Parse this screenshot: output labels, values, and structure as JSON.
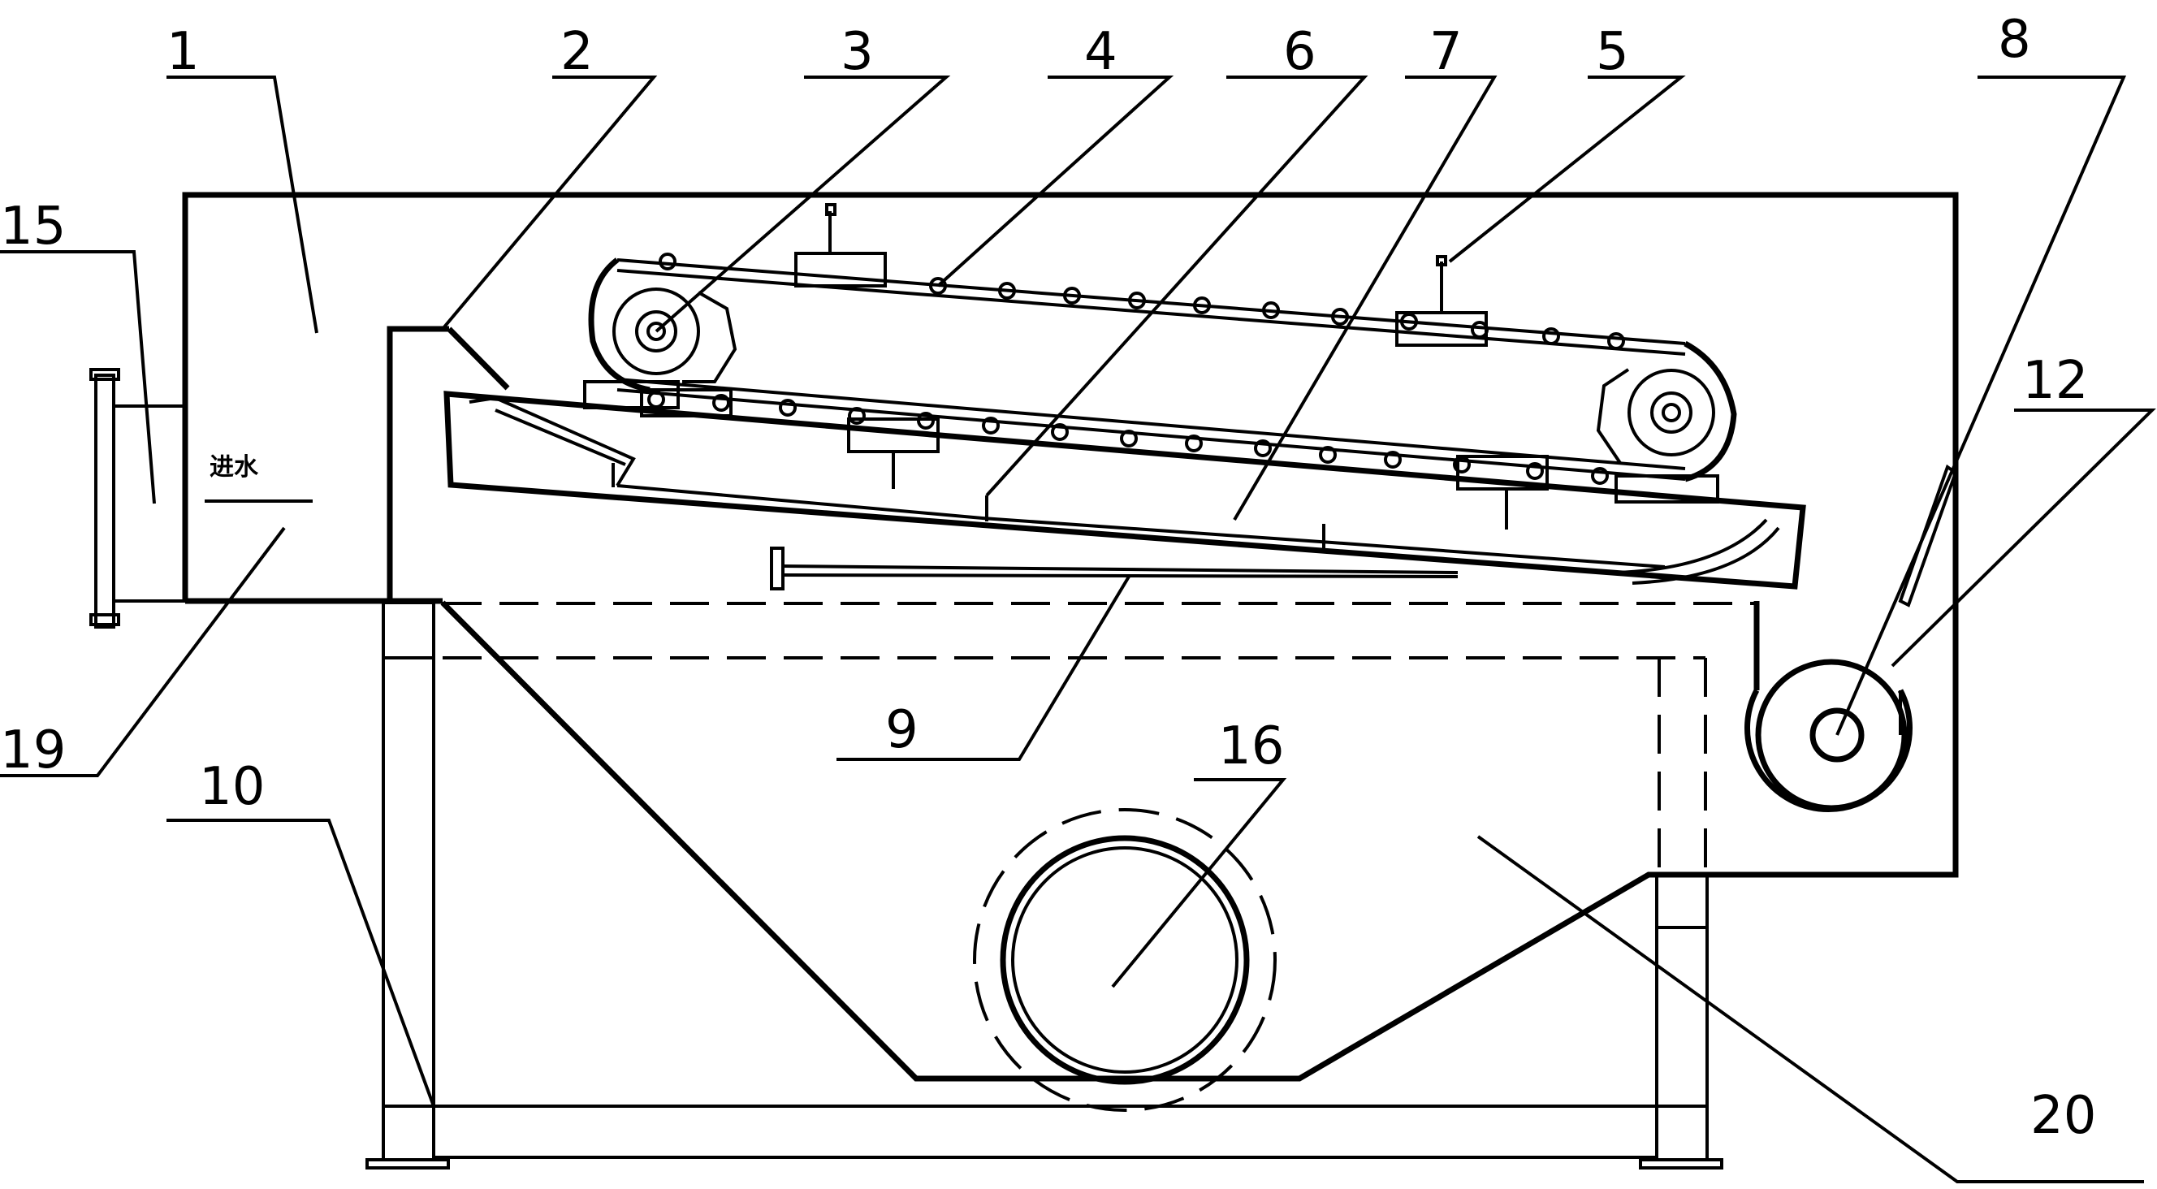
{
  "inlet_text": "进水",
  "callouts": [
    {
      "id": "callout-1",
      "text": "1"
    },
    {
      "id": "callout-2",
      "text": "2"
    },
    {
      "id": "callout-3",
      "text": "3"
    },
    {
      "id": "callout-4",
      "text": "4"
    },
    {
      "id": "callout-6",
      "text": "6"
    },
    {
      "id": "callout-7",
      "text": "7"
    },
    {
      "id": "callout-5",
      "text": "5"
    },
    {
      "id": "callout-8",
      "text": "8"
    },
    {
      "id": "callout-15",
      "text": "15"
    },
    {
      "id": "callout-12",
      "text": "12"
    },
    {
      "id": "callout-19",
      "text": "19"
    },
    {
      "id": "callout-9",
      "text": "9"
    },
    {
      "id": "callout-16",
      "text": "16"
    },
    {
      "id": "callout-10",
      "text": "10"
    },
    {
      "id": "callout-20",
      "text": "20"
    }
  ]
}
